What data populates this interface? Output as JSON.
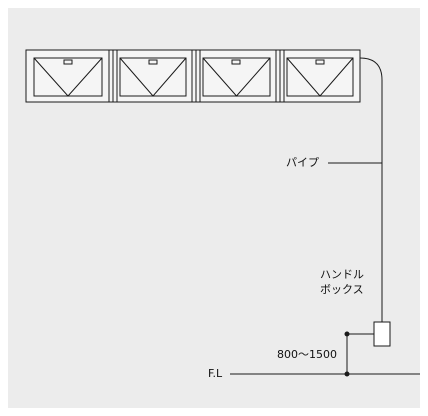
{
  "labels": {
    "pipe": "パイプ",
    "handle_box_line1": "ハンドル",
    "handle_box_line2": "ボックス",
    "height_range": "800～1500",
    "floor_level": "F.L"
  },
  "colors": {
    "background": "#ececec",
    "line": "#1a1a1a",
    "window_fill": "#f5f5f5"
  }
}
